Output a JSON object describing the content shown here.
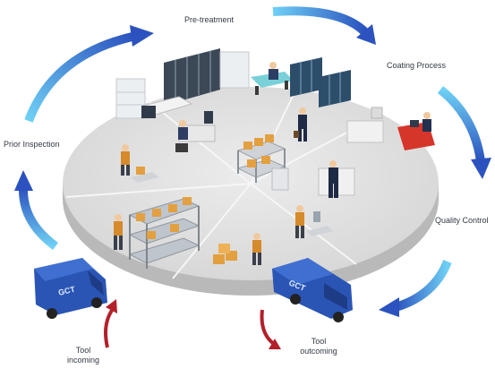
{
  "stages": {
    "pretreatment": "Pre-treatment",
    "coating": "Coating Process",
    "quality": "Quality Control",
    "prior": "Prior Inspection",
    "incoming_line1": "Tool",
    "incoming_line2": "incoming",
    "outcoming_line1": "Tool",
    "outcoming_line2": "outcoming"
  },
  "van_label": "GCT",
  "colors": {
    "arrow_blue_light": "#5fc3f0",
    "arrow_blue_dark": "#2d55c0",
    "arrow_red": "#b3202a",
    "van_body": "#2a55b5",
    "platform": "#dedede"
  },
  "icons": [
    "cycle-arrow-icon",
    "delivery-van-icon",
    "worker-icon",
    "server-rack-icon",
    "shelf-icon",
    "box-icon",
    "desk-icon"
  ]
}
